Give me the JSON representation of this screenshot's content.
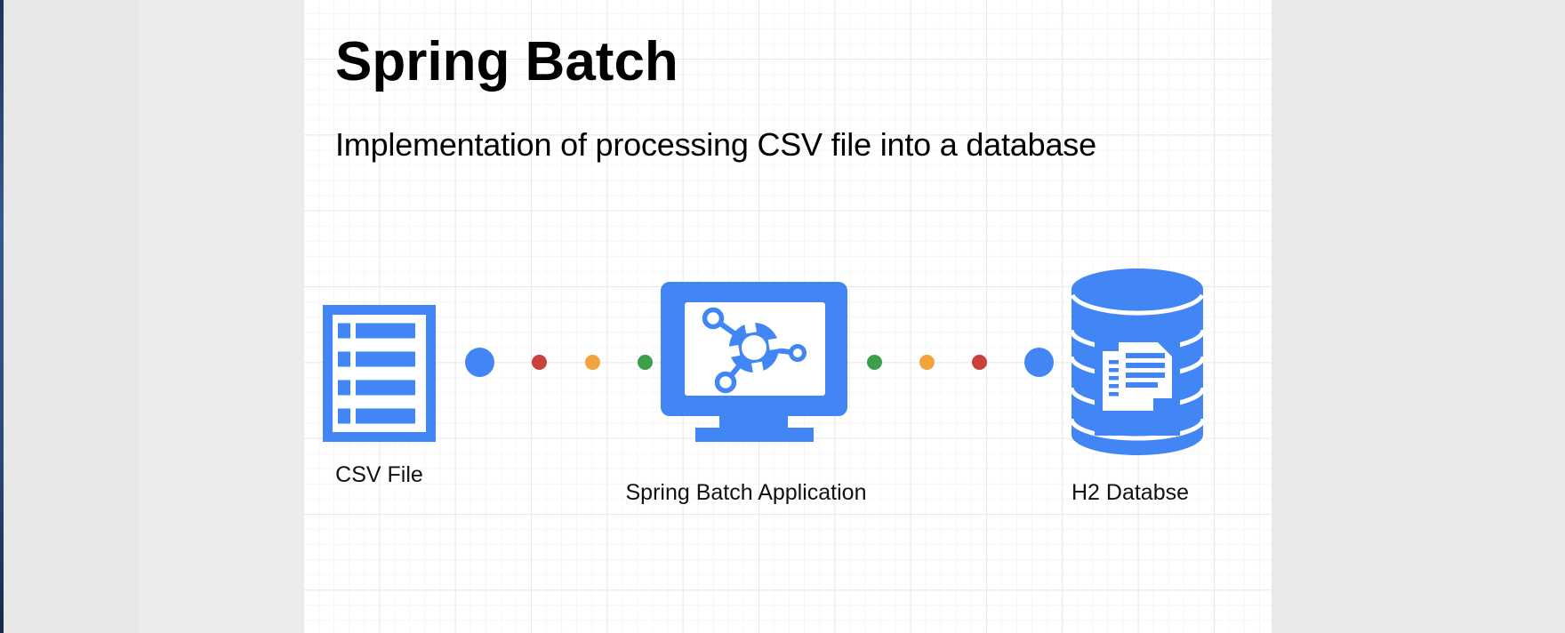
{
  "document": {
    "title": "Spring Batch",
    "subtitle": "Implementation of processing CSV file into a database"
  },
  "diagram": {
    "nodes": [
      {
        "id": "csv-file",
        "icon": "csv-file-icon",
        "label": "CSV File"
      },
      {
        "id": "spring-batch-application",
        "icon": "monitor-spring-icon",
        "label": "Spring Batch Application"
      },
      {
        "id": "h2-database",
        "icon": "database-cylinder-icon",
        "label": "H2 Databse"
      }
    ],
    "connectors": [
      {
        "id": "csv-to-app",
        "dots": [
          "blue-large",
          "red",
          "orange",
          "green"
        ]
      },
      {
        "id": "app-to-db",
        "dots": [
          "green",
          "orange",
          "red",
          "blue-large"
        ]
      }
    ]
  },
  "colors": {
    "icon_blue": "#4285F4",
    "dot_blue": "#4285F4",
    "dot_red": "#C8413A",
    "dot_orange": "#F2A33C",
    "dot_green": "#3D9E4D",
    "canvas_background": "#FFFFFF",
    "grid_major": "#E8E8E8",
    "grid_minor": "#F6F6F6",
    "gutter_background": "#E9E9E9",
    "window_edge_navy": "#27456F"
  }
}
